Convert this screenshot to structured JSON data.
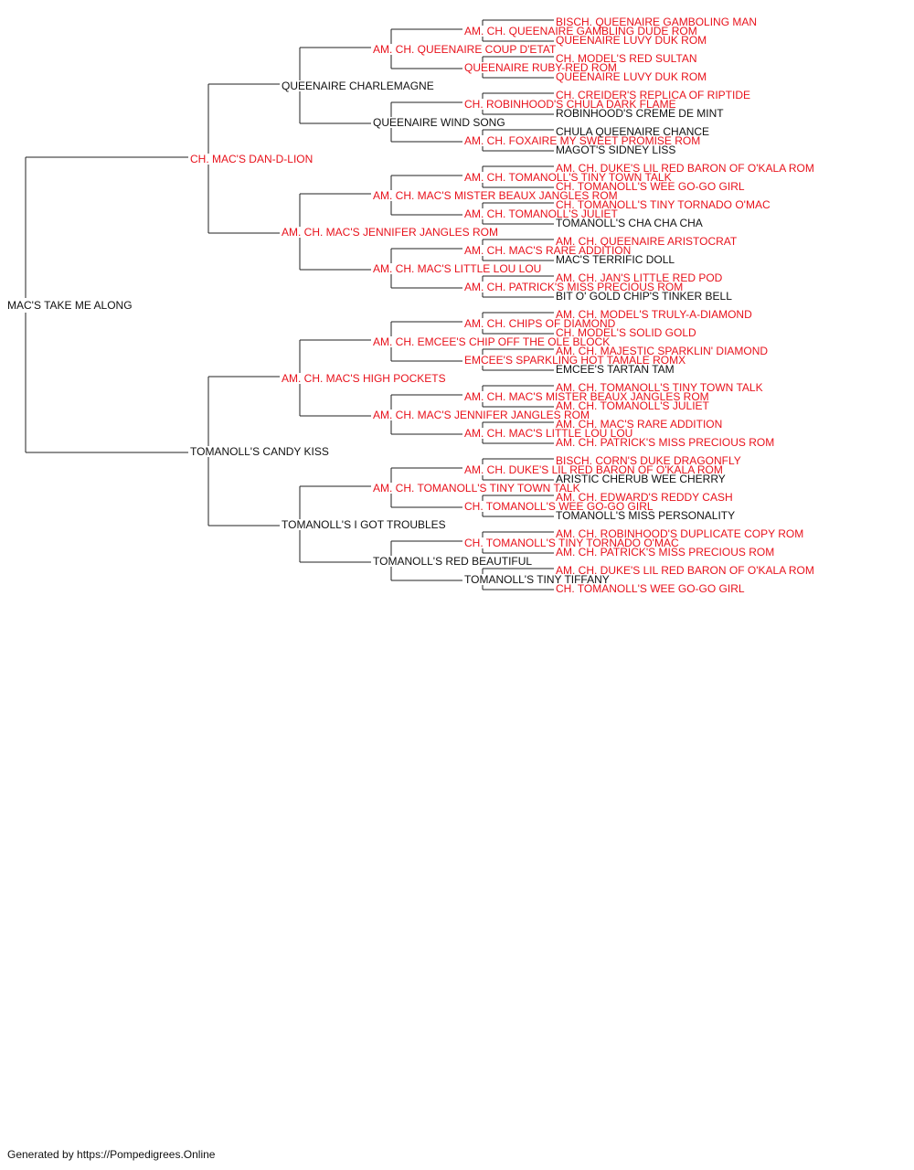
{
  "colors": {
    "champion": "#e8121c",
    "plain": "#111111",
    "line": "#222222"
  },
  "pedigree": {
    "subject": "MAC'S TAKE ME ALONG",
    "sire": {
      "name": "CH. MAC'S DAN-D-LION",
      "champion": true,
      "sire": {
        "name": "QUEENAIRE CHARLEMAGNE",
        "champion": false,
        "sire": {
          "name": "AM. CH. QUEENAIRE COUP D'ETAT",
          "champion": true,
          "sire": {
            "name": "AM. CH. QUEENAIRE GAMBLING DUDE ROM",
            "champion": true,
            "sire": {
              "name": "BISCH. QUEENAIRE GAMBOLING MAN",
              "champion": true
            },
            "dam": {
              "name": "QUEENAIRE LUVY DUK ROM",
              "champion": true
            }
          },
          "dam": {
            "name": "QUEENAIRE RUBY-RED ROM",
            "champion": true,
            "sire": {
              "name": "CH. MODEL'S RED SULTAN",
              "champion": true
            },
            "dam": {
              "name": "QUEENAIRE LUVY DUK ROM",
              "champion": true
            }
          }
        },
        "dam": {
          "name": "QUEENAIRE WIND SONG",
          "champion": false,
          "sire": {
            "name": "CH. ROBINHOOD'S CHULA DARK FLAME",
            "champion": true,
            "sire": {
              "name": "CH. CREIDER'S REPLICA OF RIPTIDE",
              "champion": true
            },
            "dam": {
              "name": "ROBINHOOD'S CREME DE MINT",
              "champion": false
            }
          },
          "dam": {
            "name": "AM. CH. FOXAIRE MY SWEET PROMISE ROM",
            "champion": true,
            "sire": {
              "name": "CHULA QUEENAIRE CHANCE",
              "champion": false
            },
            "dam": {
              "name": "MAGOT'S SIDNEY LISS",
              "champion": false
            }
          }
        }
      },
      "dam": {
        "name": "AM. CH. MAC'S JENNIFER JANGLES ROM",
        "champion": true,
        "sire": {
          "name": "AM. CH. MAC'S MISTER BEAUX JANGLES ROM",
          "champion": true,
          "sire": {
            "name": "AM. CH. TOMANOLL'S TINY TOWN TALK",
            "champion": true,
            "sire": {
              "name": "AM. CH. DUKE'S LIL RED BARON OF O'KALA ROM",
              "champion": true
            },
            "dam": {
              "name": "CH. TOMANOLL'S WEE GO-GO GIRL",
              "champion": true
            }
          },
          "dam": {
            "name": "AM. CH. TOMANOLL'S JULIET",
            "champion": true,
            "sire": {
              "name": "CH. TOMANOLL'S TINY TORNADO O'MAC",
              "champion": true
            },
            "dam": {
              "name": "TOMANOLL'S CHA CHA CHA",
              "champion": false
            }
          }
        },
        "dam": {
          "name": "AM. CH. MAC'S LITTLE LOU LOU",
          "champion": true,
          "sire": {
            "name": "AM. CH. MAC'S RARE ADDITION",
            "champion": true,
            "sire": {
              "name": "AM. CH. QUEENAIRE ARISTOCRAT",
              "champion": true
            },
            "dam": {
              "name": "MAC'S TERRIFIC DOLL",
              "champion": false
            }
          },
          "dam": {
            "name": "AM. CH. PATRICK'S MISS PRECIOUS ROM",
            "champion": true,
            "sire": {
              "name": "AM. CH. JAN'S LITTLE RED POD",
              "champion": true
            },
            "dam": {
              "name": "BIT O' GOLD CHIP'S TINKER BELL",
              "champion": false
            }
          }
        }
      }
    },
    "dam": {
      "name": "TOMANOLL'S CANDY KISS",
      "champion": false,
      "sire": {
        "name": "AM. CH. MAC'S HIGH POCKETS",
        "champion": true,
        "sire": {
          "name": "AM. CH. EMCEE'S CHIP OFF THE OLE BLOCK",
          "champion": true,
          "sire": {
            "name": "AM. CH. CHIPS OF DIAMOND",
            "champion": true,
            "sire": {
              "name": "AM. CH. MODEL'S TRULY-A-DIAMOND",
              "champion": true
            },
            "dam": {
              "name": "CH. MODEL'S SOLID GOLD",
              "champion": true
            }
          },
          "dam": {
            "name": "EMCEE'S SPARKLING HOT TAMALE ROMX",
            "champion": true,
            "sire": {
              "name": "AM. CH. MAJESTIC SPARKLIN' DIAMOND",
              "champion": true
            },
            "dam": {
              "name": "EMCEE'S TARTAN TAM",
              "champion": false
            }
          }
        },
        "dam": {
          "name": "AM. CH. MAC'S JENNIFER JANGLES ROM",
          "champion": true,
          "sire": {
            "name": "AM. CH. MAC'S MISTER BEAUX JANGLES ROM",
            "champion": true,
            "sire": {
              "name": "AM. CH. TOMANOLL'S TINY TOWN TALK",
              "champion": true
            },
            "dam": {
              "name": "AM. CH. TOMANOLL'S JULIET",
              "champion": true
            }
          },
          "dam": {
            "name": "AM. CH. MAC'S LITTLE LOU LOU",
            "champion": true,
            "sire": {
              "name": "AM. CH. MAC'S RARE ADDITION",
              "champion": true
            },
            "dam": {
              "name": "AM. CH. PATRICK'S MISS PRECIOUS ROM",
              "champion": true
            }
          }
        }
      },
      "dam": {
        "name": "TOMANOLL'S I GOT TROUBLES",
        "champion": false,
        "sire": {
          "name": "AM. CH. TOMANOLL'S TINY TOWN TALK",
          "champion": true,
          "sire": {
            "name": "AM. CH. DUKE'S LIL RED BARON OF O'KALA ROM",
            "champion": true,
            "sire": {
              "name": "BISCH. CORN'S DUKE DRAGONFLY",
              "champion": true
            },
            "dam": {
              "name": "ARISTIC CHERUB WEE CHERRY",
              "champion": false
            }
          },
          "dam": {
            "name": "CH. TOMANOLL'S WEE GO-GO GIRL",
            "champion": true,
            "sire": {
              "name": "AM. CH. EDWARD'S REDDY CASH",
              "champion": true
            },
            "dam": {
              "name": "TOMANOLL'S MISS PERSONALITY",
              "champion": false
            }
          }
        },
        "dam": {
          "name": "TOMANOLL'S RED BEAUTIFUL",
          "champion": false,
          "sire": {
            "name": "CH. TOMANOLL'S TINY TORNADO O'MAC",
            "champion": true,
            "sire": {
              "name": "AM. CH. ROBINHOOD'S DUPLICATE COPY ROM",
              "champion": true
            },
            "dam": {
              "name": "AM. CH. PATRICK'S MISS PRECIOUS ROM",
              "champion": true
            }
          },
          "dam": {
            "name": "TOMANOLL'S TINY TIFFANY",
            "champion": false,
            "sire": {
              "name": "AM. CH. DUKE'S LIL RED BARON OF O'KALA ROM",
              "champion": true
            },
            "dam": {
              "name": "CH. TOMANOLL'S WEE GO-GO GIRL",
              "champion": true
            }
          }
        }
      }
    }
  },
  "footer": "Generated by https://Pompedigrees.Online"
}
